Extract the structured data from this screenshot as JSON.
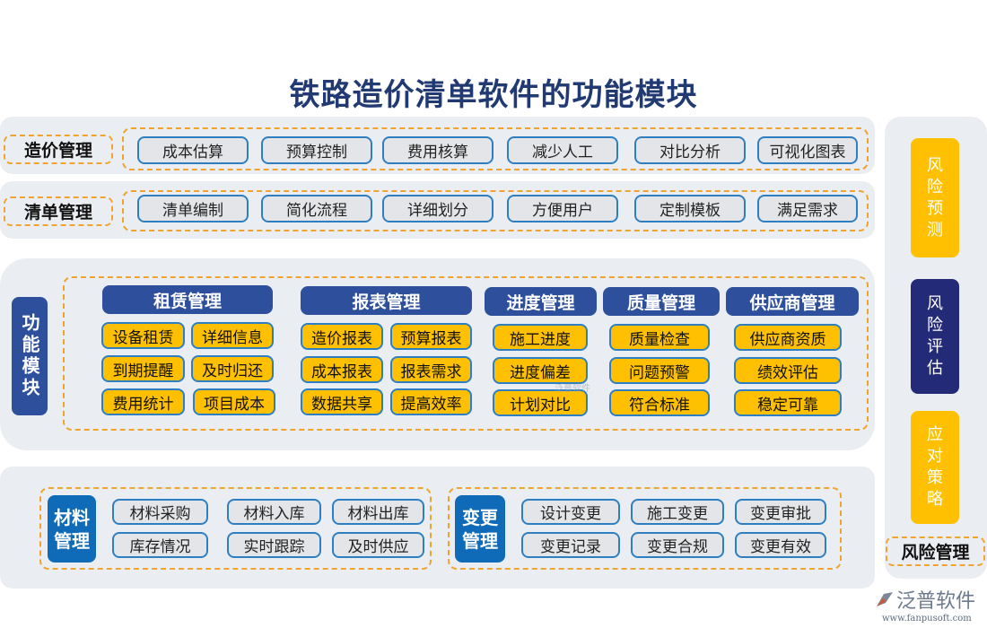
{
  "title": "铁路造价清单软件的功能模块",
  "cost_management": {
    "label": "造价管理",
    "items": [
      "成本估算",
      "预算控制",
      "费用核算",
      "减少人工",
      "对比分析",
      "可视化图表"
    ]
  },
  "list_management": {
    "label": "清单管理",
    "items": [
      "清单编制",
      "简化流程",
      "详细划分",
      "方便用户",
      "定制模板",
      "满足需求"
    ]
  },
  "function_modules": {
    "label": "功能模块",
    "groups": [
      {
        "title": "租赁管理",
        "items": [
          "设备租赁",
          "详细信息",
          "到期提醒",
          "及时归还",
          "费用统计",
          "项目成本"
        ]
      },
      {
        "title": "报表管理",
        "items": [
          "造价报表",
          "预算报表",
          "成本报表",
          "报表需求",
          "数据共享",
          "提高效率"
        ]
      },
      {
        "title": "进度管理",
        "items": [
          "施工进度",
          "进度偏差",
          "计划对比"
        ]
      },
      {
        "title": "质量管理",
        "items": [
          "质量检查",
          "问题预警",
          "符合标准"
        ]
      },
      {
        "title": "供应商管理",
        "items": [
          "供应商资质",
          "绩效评估",
          "稳定可靠"
        ]
      }
    ]
  },
  "material_management": {
    "label": "材料管理",
    "items": [
      "材料采购",
      "材料入库",
      "材料出库",
      "库存情况",
      "实时跟踪",
      "及时供应"
    ]
  },
  "change_management": {
    "label": "变更管理",
    "items": [
      "设计变更",
      "施工变更",
      "变更审批",
      "变更记录",
      "变更合规",
      "变更有效"
    ]
  },
  "risk_management": {
    "label": "风险管理",
    "items": [
      {
        "label": "风险预测",
        "color": "#fec000"
      },
      {
        "label": "风险评估",
        "color": "#232a78"
      },
      {
        "label": "应对策略",
        "color": "#fec000"
      }
    ]
  },
  "logo": {
    "name": "泛普软件",
    "url": "www.fanpusoft.com",
    "watermark": "泛普软件"
  },
  "colors": {
    "title": "#213a73",
    "panel_bg": "#eaeef3",
    "dashed_border": "#f0a430",
    "button_border": "#2e7fc2",
    "yellow": "#fec000",
    "navy_header": "#2e4f9c",
    "side_blue": "#0f6ab8"
  }
}
